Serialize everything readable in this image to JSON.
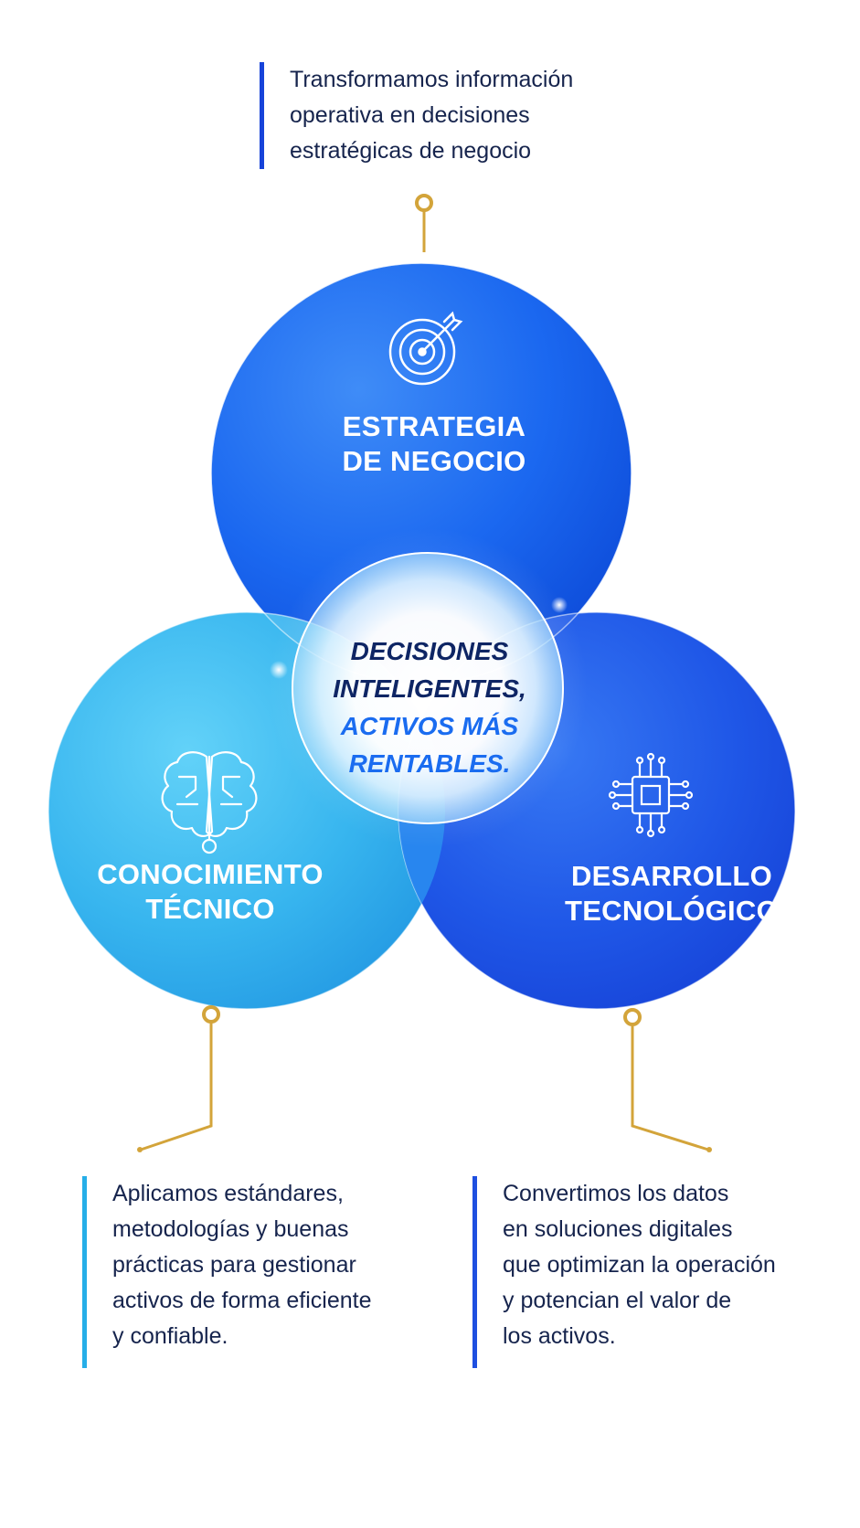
{
  "top_text": [
    "Transformamos información",
    "operativa en decisiones",
    "estratégicas de negocio"
  ],
  "circles": {
    "top": {
      "title": [
        "ESTRATEGIA",
        "DE NEGOCIO"
      ],
      "icon": "target-icon",
      "color": "#1a64ef"
    },
    "left": {
      "title": [
        "CONOCIMIENTO",
        "TÉCNICO"
      ],
      "icon": "brain-icon",
      "color": "#2db4ef"
    },
    "right": {
      "title": [
        "DESARROLLO",
        "TECNOLÓGICO"
      ],
      "icon": "chip-icon",
      "color": "#1547e3"
    }
  },
  "center": {
    "dark_lines": [
      "DECISIONES",
      "INTELIGENTES,"
    ],
    "blue_lines": [
      "ACTIVOS MÁS",
      "RENTABLES."
    ]
  },
  "left_text": [
    "Aplicamos estándares,",
    "metodologías y buenas",
    "prácticas para gestionar",
    "activos de forma eficiente",
    "y confiable."
  ],
  "right_text": [
    "Convertimos los datos",
    "en soluciones digitales",
    "que optimizan la operación",
    "y potencian el valor de",
    "los activos."
  ],
  "colors": {
    "connector": "#d3a43a",
    "text_dark": "#16244d",
    "center_blue": "#1a6cf0"
  }
}
